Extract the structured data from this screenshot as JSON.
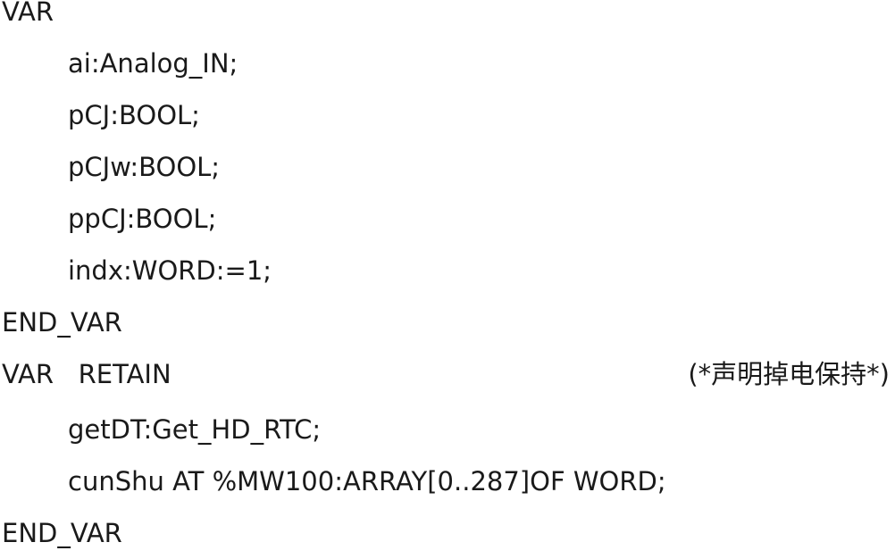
{
  "code": {
    "lines": [
      "VAR",
      "ai:Analog_IN;",
      "pCJ:BOOL;",
      "pCJw:BOOL;",
      "ppCJ:BOOL;",
      "indx:WORD:=1;",
      "END_VAR",
      "VAR   RETAIN",
      "getDT:Get_HD_RTC;",
      "cunShu AT %MW100:ARRAY[0..287]OF WORD;",
      "END_VAR"
    ],
    "retain_comment": "(*声明掉电保持*)"
  }
}
